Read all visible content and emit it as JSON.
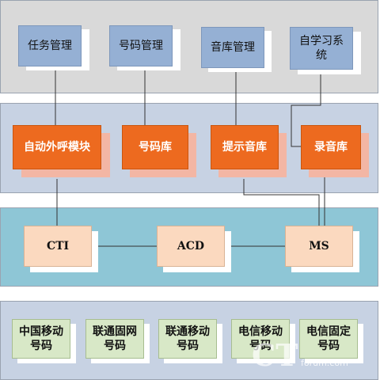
{
  "layers": {
    "management": [
      "任务管理",
      "号码管理",
      "音库管理",
      "自学习系统"
    ],
    "resources": [
      "自动外呼模块",
      "号码库",
      "提示音库",
      "录音库"
    ],
    "control": [
      "CTI",
      "ACD",
      "MS"
    ],
    "numbers": [
      "中国移动号码",
      "联通固网号码",
      "联通移动号码",
      "电信移动号码",
      "电信固定号码"
    ]
  },
  "watermark": {
    "logo": "CT",
    "text": "forum.com"
  },
  "colors": {
    "management_box": "#95b0d4",
    "resource_box": "#ed6a1f",
    "control_box": "#fbd9bf",
    "number_box": "#d8e8c7"
  }
}
